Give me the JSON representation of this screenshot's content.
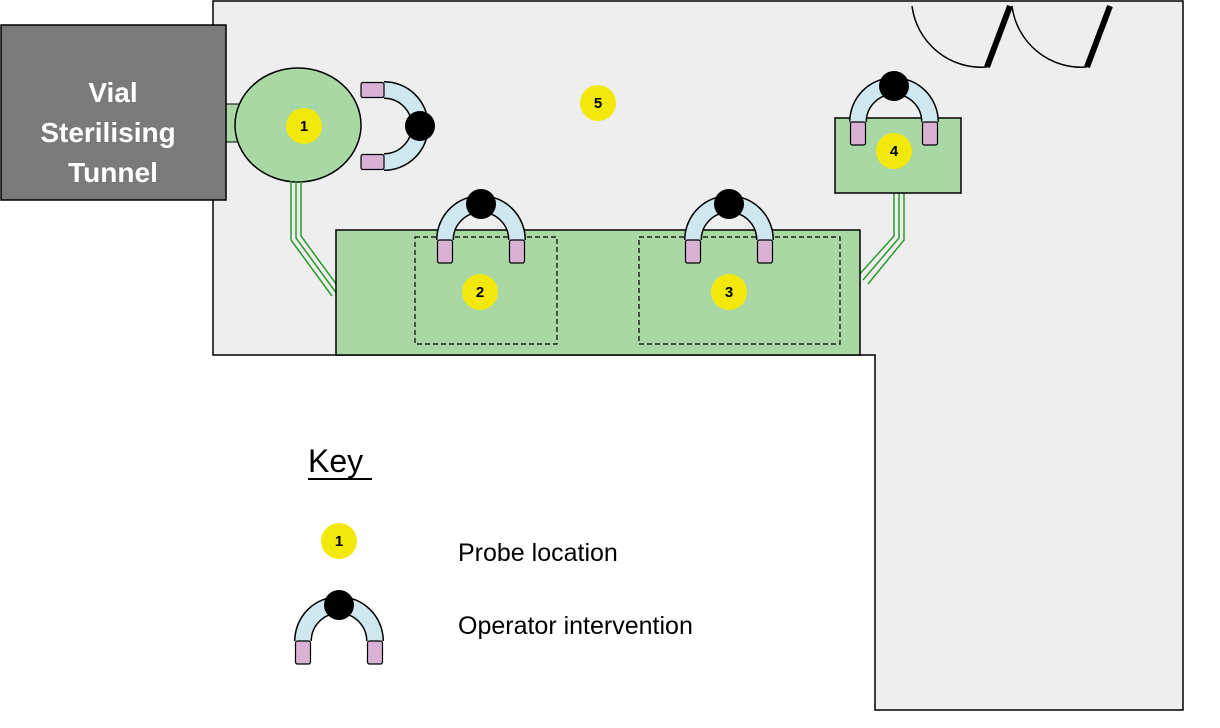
{
  "tunnel": {
    "lines": [
      "Vial",
      "Sterilising",
      "Tunnel"
    ]
  },
  "probes": [
    {
      "id": "probe-1",
      "label": "1"
    },
    {
      "id": "probe-2",
      "label": "2"
    },
    {
      "id": "probe-3",
      "label": "3"
    },
    {
      "id": "probe-4",
      "label": "4"
    },
    {
      "id": "probe-5",
      "label": "5"
    }
  ],
  "key": {
    "title": "Key",
    "probe_symbol_label": "1",
    "probe_label": "Probe location",
    "operator_label": "Operator intervention"
  },
  "colors": {
    "room_fill": "#eeeeee",
    "equipment_fill": "#a9d8a4",
    "tunnel_fill": "#7a7a7a",
    "probe_fill": "#f2e90a",
    "glove_fill": "#cfe7ee",
    "glove_cuff": "#d8b1d4",
    "conveyor": "#2a9a2a"
  }
}
